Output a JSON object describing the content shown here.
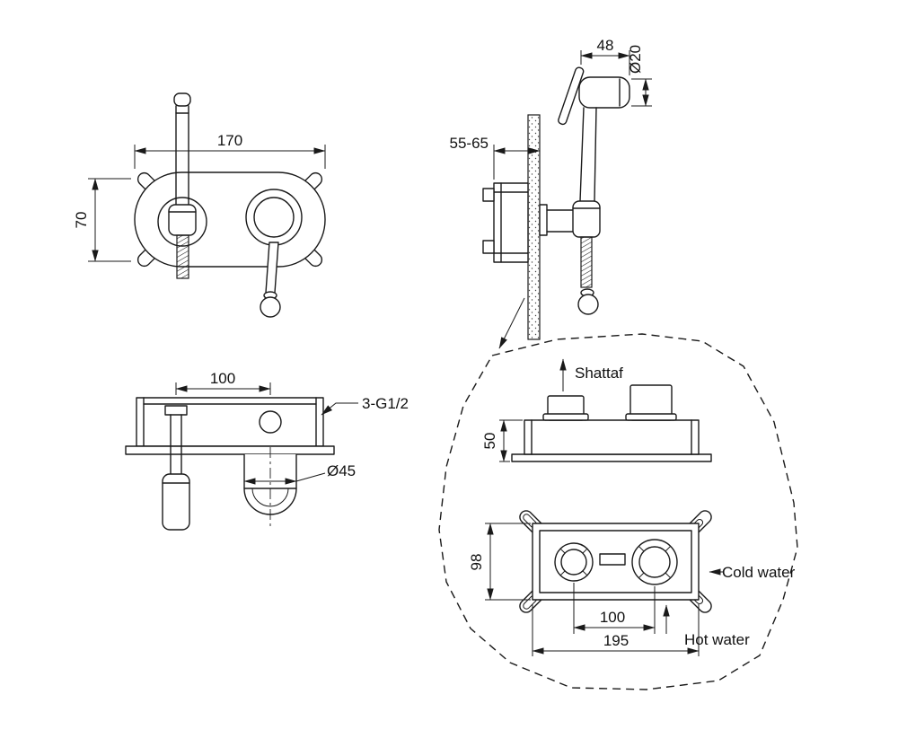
{
  "colors": {
    "ink": "#1a1a1a",
    "background": "#ffffff"
  },
  "front_view": {
    "width": "170",
    "height": "70"
  },
  "side_view": {
    "depth_range": "55-65",
    "head_offset": "48",
    "head_diameter": "Ø20"
  },
  "plan_view": {
    "port_spacing": "100",
    "thread_label": "3-G1/2",
    "spout_diameter": "Ø45"
  },
  "detail_view": {
    "shattaf_label": "Shattaf",
    "box_depth": "50",
    "box_height": "98",
    "port_spacing": "100",
    "box_width": "195",
    "cold_label": "Cold water",
    "hot_label": "Hot water"
  }
}
